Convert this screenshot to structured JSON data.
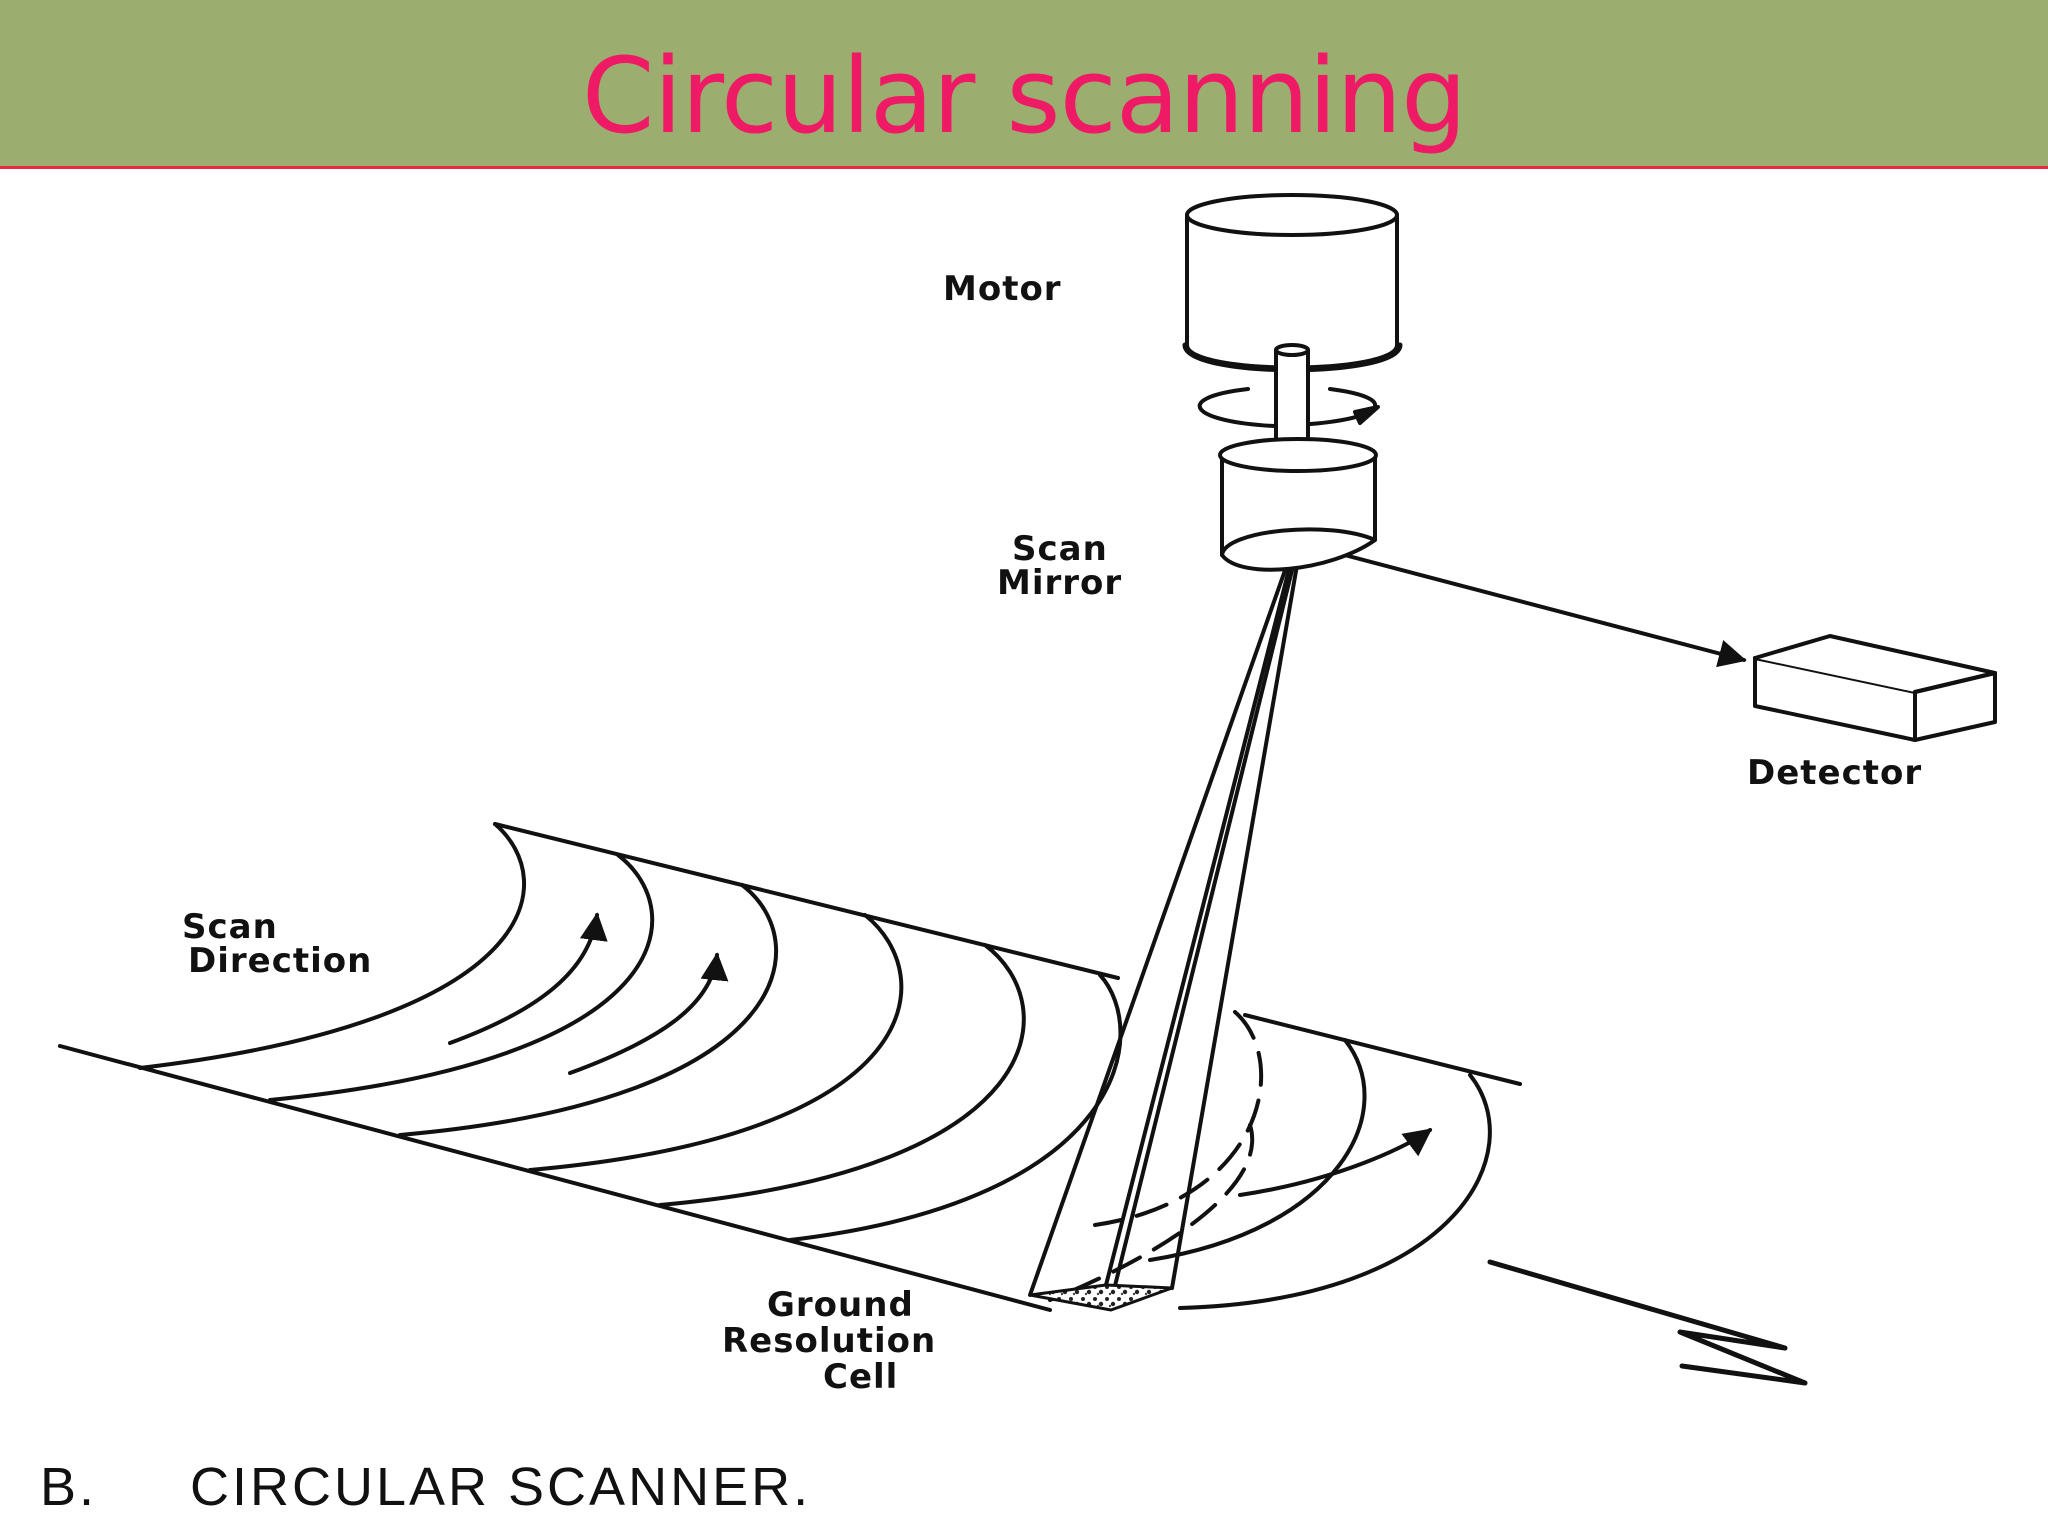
{
  "slide": {
    "title": "Circular scanning"
  },
  "diagram": {
    "labels": {
      "motor": "Motor",
      "scan_mirror_line1": "Scan",
      "scan_mirror_line2": "Mirror",
      "detector": "Detector",
      "scan_direction_line1": "Scan",
      "scan_direction_line2": "Direction",
      "ground_line1": "Ground",
      "ground_line2": "Resolution",
      "ground_line3": "Cell"
    },
    "caption_letter": "B.",
    "caption_text": "CIRCULAR SCANNER."
  }
}
